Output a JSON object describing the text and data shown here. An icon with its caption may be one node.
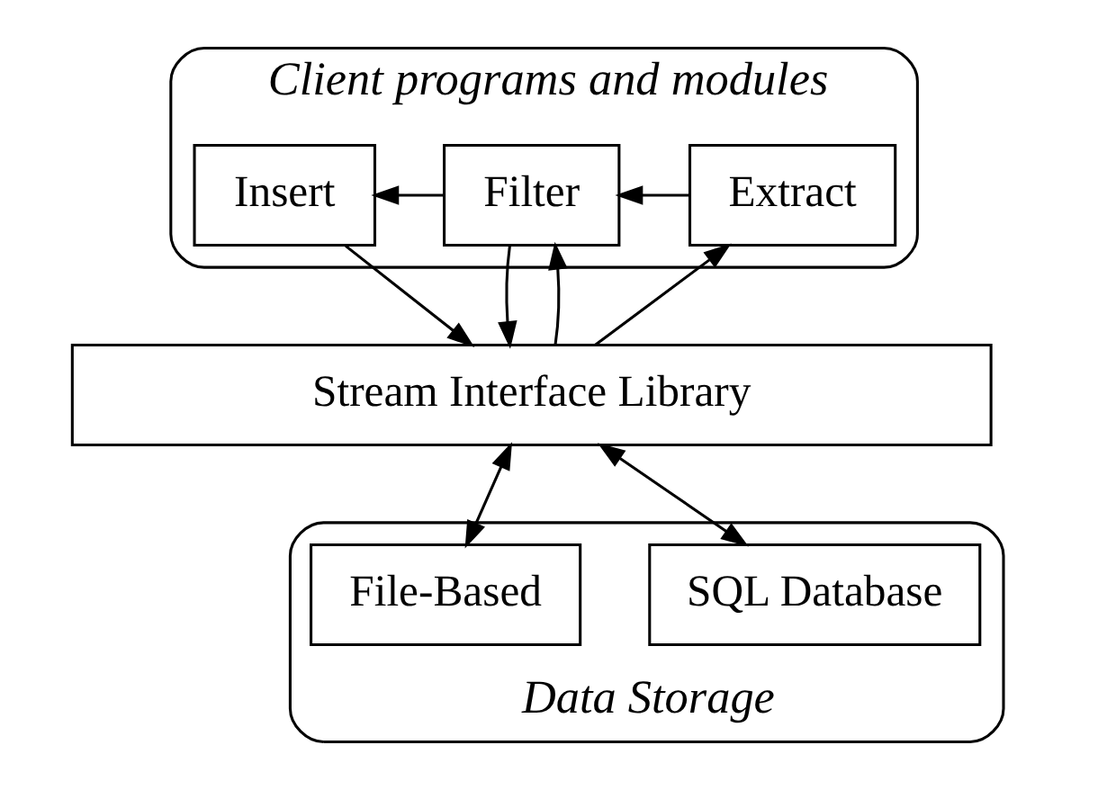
{
  "diagram": {
    "nodes": [
      {
        "text": [
          "Client programs and modules"
        ]
      },
      {
        "text": [
          "Insert"
        ],
        "in": 0
      },
      {
        "text": [
          "Filter"
        ],
        "in": 0
      },
      {
        "text": [
          "Extract"
        ],
        "in": 0
      },
      {
        "text": [
          "Stream Interface Library"
        ]
      },
      {
        "text": [
          "Data Storage"
        ]
      },
      {
        "text": [
          "SQL Database"
        ],
        "in": 5
      },
      {
        "text": [
          "File-Based"
        ],
        "in": 5
      }
    ],
    "edges": [
      {
        "from": 3,
        "to": 2,
        "arrow": "to"
      },
      {
        "from": 2,
        "to": 1,
        "arrow": "to"
      },
      {
        "from": 1,
        "to": 4,
        "arrow": "to"
      },
      {
        "from": 2,
        "to": 4,
        "arrow": "to"
      },
      {
        "from": 4,
        "to": 2,
        "arrow": "to"
      },
      {
        "from": 4,
        "to": 3,
        "arrow": "to"
      },
      {
        "from": 4,
        "to": 6,
        "arrow": "both"
      },
      {
        "from": 4,
        "to": 7,
        "arrow": "both"
      }
    ]
  }
}
